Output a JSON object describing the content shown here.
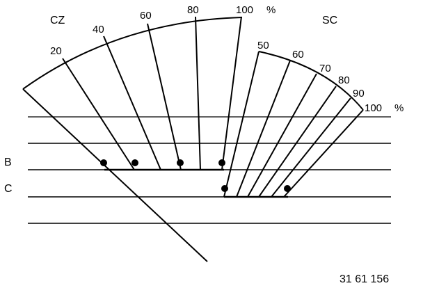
{
  "labels": {
    "cz": "CZ",
    "sc": "SC",
    "b": "B",
    "c": "C",
    "figure_number": "31 61 156"
  },
  "cz_scale": {
    "ticks": [
      "20",
      "40",
      "60",
      "80",
      "100"
    ],
    "unit": "%"
  },
  "sc_scale": {
    "ticks": [
      "50",
      "60",
      "70",
      "80",
      "90",
      "100"
    ],
    "unit": "%"
  }
}
